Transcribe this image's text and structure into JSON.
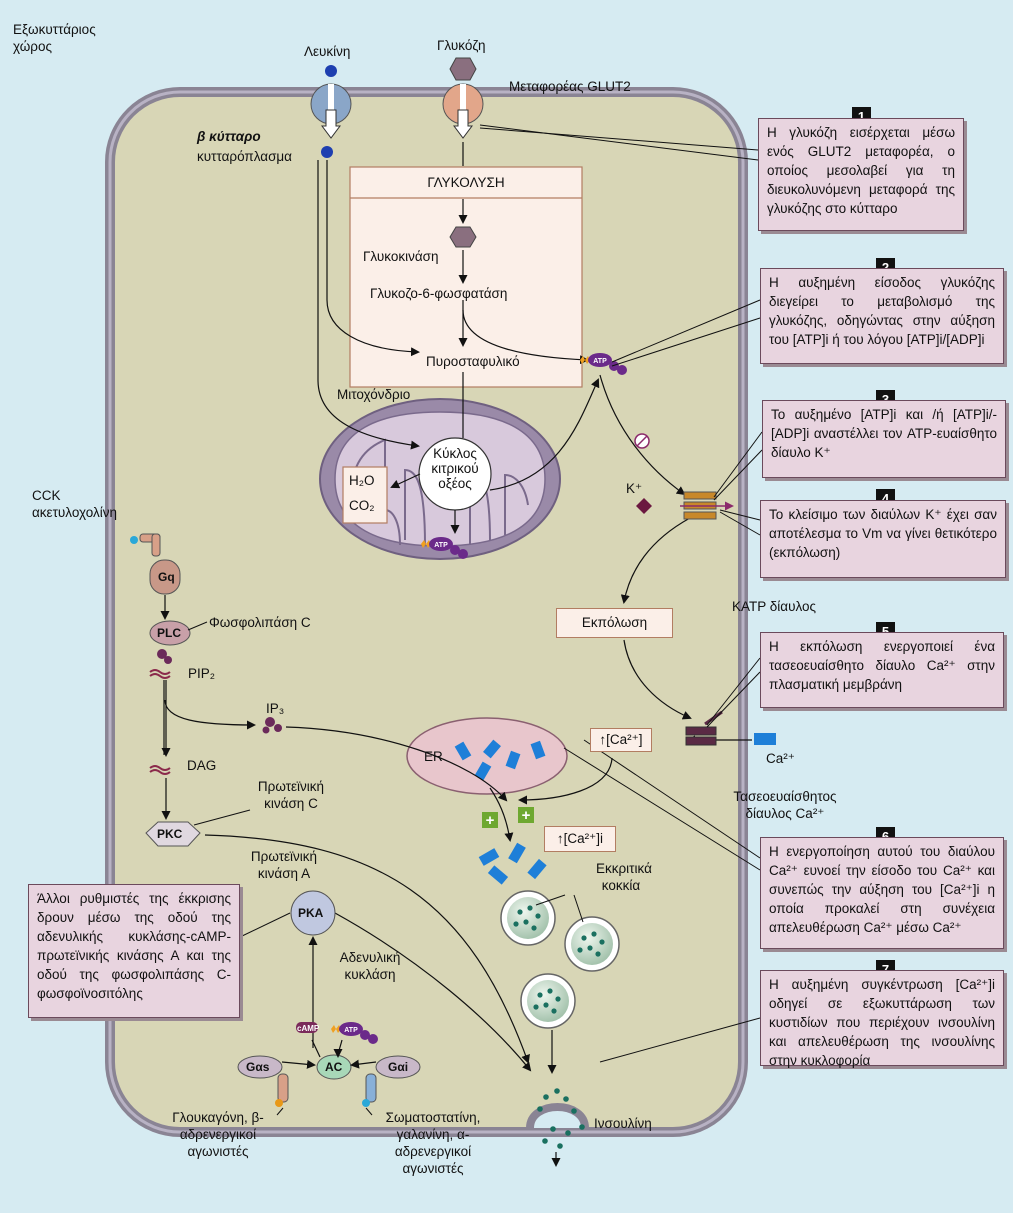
{
  "labels": {
    "extracellular": "Εξωκυττάριος χώρος",
    "leucine": "Λευκίνη",
    "glucose": "Γλυκόζη",
    "glut2": "Μεταφορέας GLUT2",
    "beta_cell": "β κύτταρο",
    "cytoplasm": "κυτταρόπλασμα",
    "glycolysis": "ΓΛΥΚΟΛΥΣΗ",
    "glucokinase": "Γλυκοκινάση",
    "g6p": "Γλυκοζο-6-φωσφατάση",
    "pyruvate": "Πυροσταφυλικό",
    "mitochondrion": "Μιτοχόνδριο",
    "citric": "Κύκλος κιτρικού οξέος",
    "h2o": "H₂O",
    "co2": "CO₂",
    "cck": "CCK ακετυλοχολίνη",
    "gq": "Gq",
    "plc": "PLC",
    "phospholipase": "Φωσφολιπάση C",
    "pip2": "PIP₂",
    "ip3": "IP₃",
    "dag": "DAG",
    "pkc_name": "Πρωτεϊνική κινάση C",
    "pkc": "PKC",
    "pka_name": "Πρωτεϊνική κινάση Α",
    "pka": "PKA",
    "adenylyl": "Αδενυλική κυκλάση",
    "camp": "cAMP",
    "ac": "AC",
    "gas": "Gαs",
    "gai": "Gαi",
    "glucagon": "Γλουκαγόνη, β-αδρενεργικοί αγωνιστές",
    "somatostatin": "Σωματοστατίνη, γαλανίνη, α-αδρενεργικοί αγωνιστές",
    "k_ion": "K⁺",
    "katp": "KATP δίαυλος",
    "depolarization": "Εκπόλωση",
    "er": "ER",
    "ca_er": "↑[Ca²⁺]",
    "ca_i": "↑[Ca²⁺]i",
    "ca_ion": "Ca²⁺",
    "ca_channel": "Τασεοευαίσθητος δίαυλος Ca²⁺",
    "granules": "Εκκριτικά κοκκία",
    "insulin": "Ινσουλίνη",
    "atp": "ATP",
    "plus": "+"
  },
  "steps": [
    {
      "n": "1",
      "text": "Η γλυκόζη εισέρχεται μέσω ενός GLUT2 μεταφορέα, ο οποίος μεσολαβεί για τη διευκολυνόμενη μεταφορά της γλυκόζης στο κύτταρο"
    },
    {
      "n": "2",
      "text": "Η αυξημένη είσοδος γλυκόζης διεγείρει το μεταβολισμό της γλυκόζης, οδηγώντας στην αύξηση του [ATP]i ή του λόγου [ATP]i/[ADP]i"
    },
    {
      "n": "3",
      "text": "Το αυξημένο [ATP]i και /ή [ATP]i/-[ADP]i αναστέλλει τον ATP-ευαίσθητο δίαυλο K⁺"
    },
    {
      "n": "4",
      "text": "Το κλείσιμο των διαύλων K⁺ έχει σαν αποτέλεσμα το Vm να γίνει θετικότερο (εκπόλωση)"
    },
    {
      "n": "5",
      "text": "Η εκπόλωση ενεργοποιεί ένα τασεοευαίσθητο δίαυλο Ca²⁺ στην πλασματική μεμβράνη"
    },
    {
      "n": "6",
      "text": "Η ενεργοποίηση αυτού του διαύλου Ca²⁺ ευνοεί την είσοδο του Ca²⁺ και συνεπώς την αύξηση του [Ca²⁺]i η οποία προκαλεί στη συνέχεια απελευθέρωση Ca²⁺ μέσω Ca²⁺"
    },
    {
      "n": "7",
      "text": "Η αυξημένη συγκέντρωση [Ca²⁺]i οδηγεί σε εξωκυττάρωση των κυστιδίων που περιέχουν ινσουλίνη και απελευθέρωση της ινσουλίνης στην κυκλοφορία"
    }
  ],
  "note": "Άλλοι ρυθμιστές της έκκρισης δρουν μέσω της οδού της αδενυλικής κυκλάσης-cAMP-πρωτεϊνικής κινάσης Α και της οδού της φωσφολιπάσης C-φωσφοϊνοσιτόλης",
  "colors": {
    "extracellular": "#d6ebf2",
    "cytoplasm": "#d8d6b6",
    "membrane": "#8a8494",
    "callout": "#e8d4df"
  }
}
